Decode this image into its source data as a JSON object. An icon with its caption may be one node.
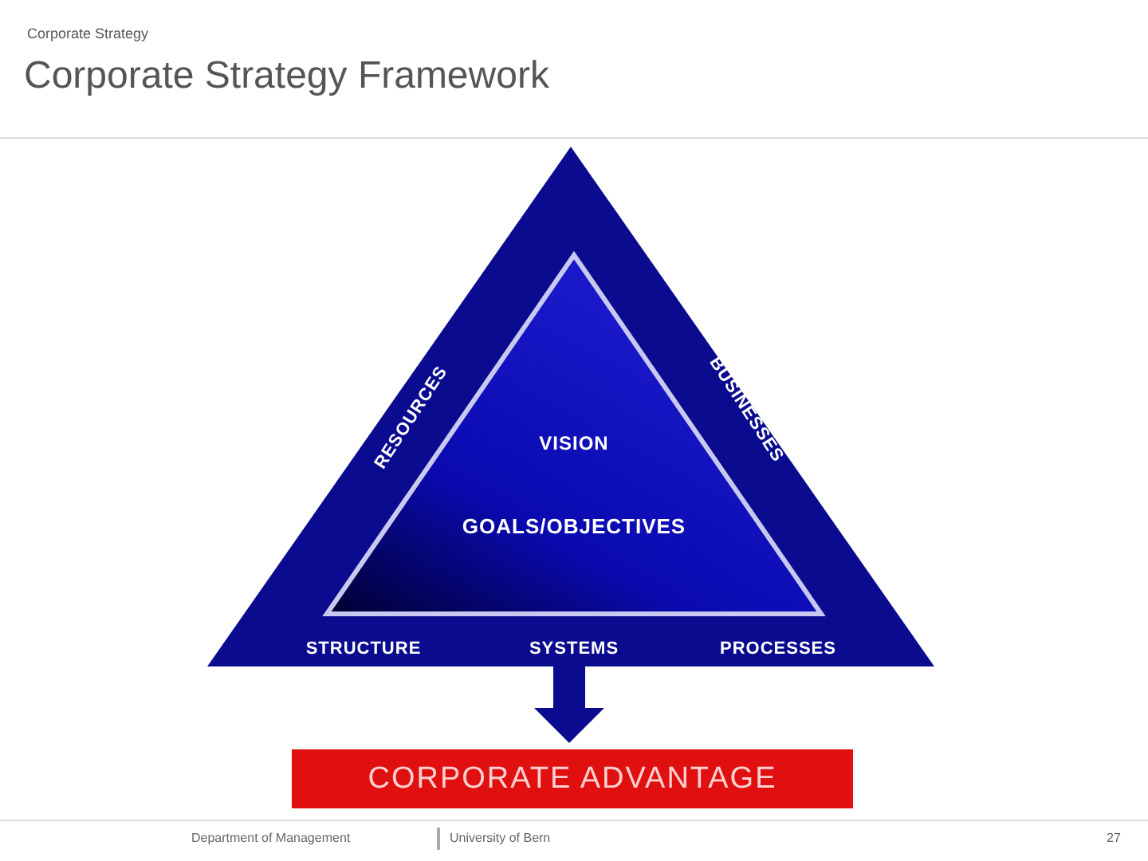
{
  "diagram": {
    "title": "Corporate Strategy Framework",
    "nodes": [
      {
        "text": [
          "RESOURCES",
          "BUSINESSES",
          "STRUCTURE",
          "SYSTEMS",
          "PROCESSES"
        ]
      },
      {
        "text": [
          "VISION",
          "GOALS/OBJECTIVES"
        ],
        "in": 0
      },
      {
        "text": [
          "CORPORATE ADVANTAGE"
        ]
      }
    ],
    "edges": [
      {
        "from": 0,
        "to": 2,
        "arrow": "to"
      }
    ],
    "labels": [
      "Corporate Strategy",
      "Department of Management",
      "University of Bern",
      "27"
    ]
  }
}
